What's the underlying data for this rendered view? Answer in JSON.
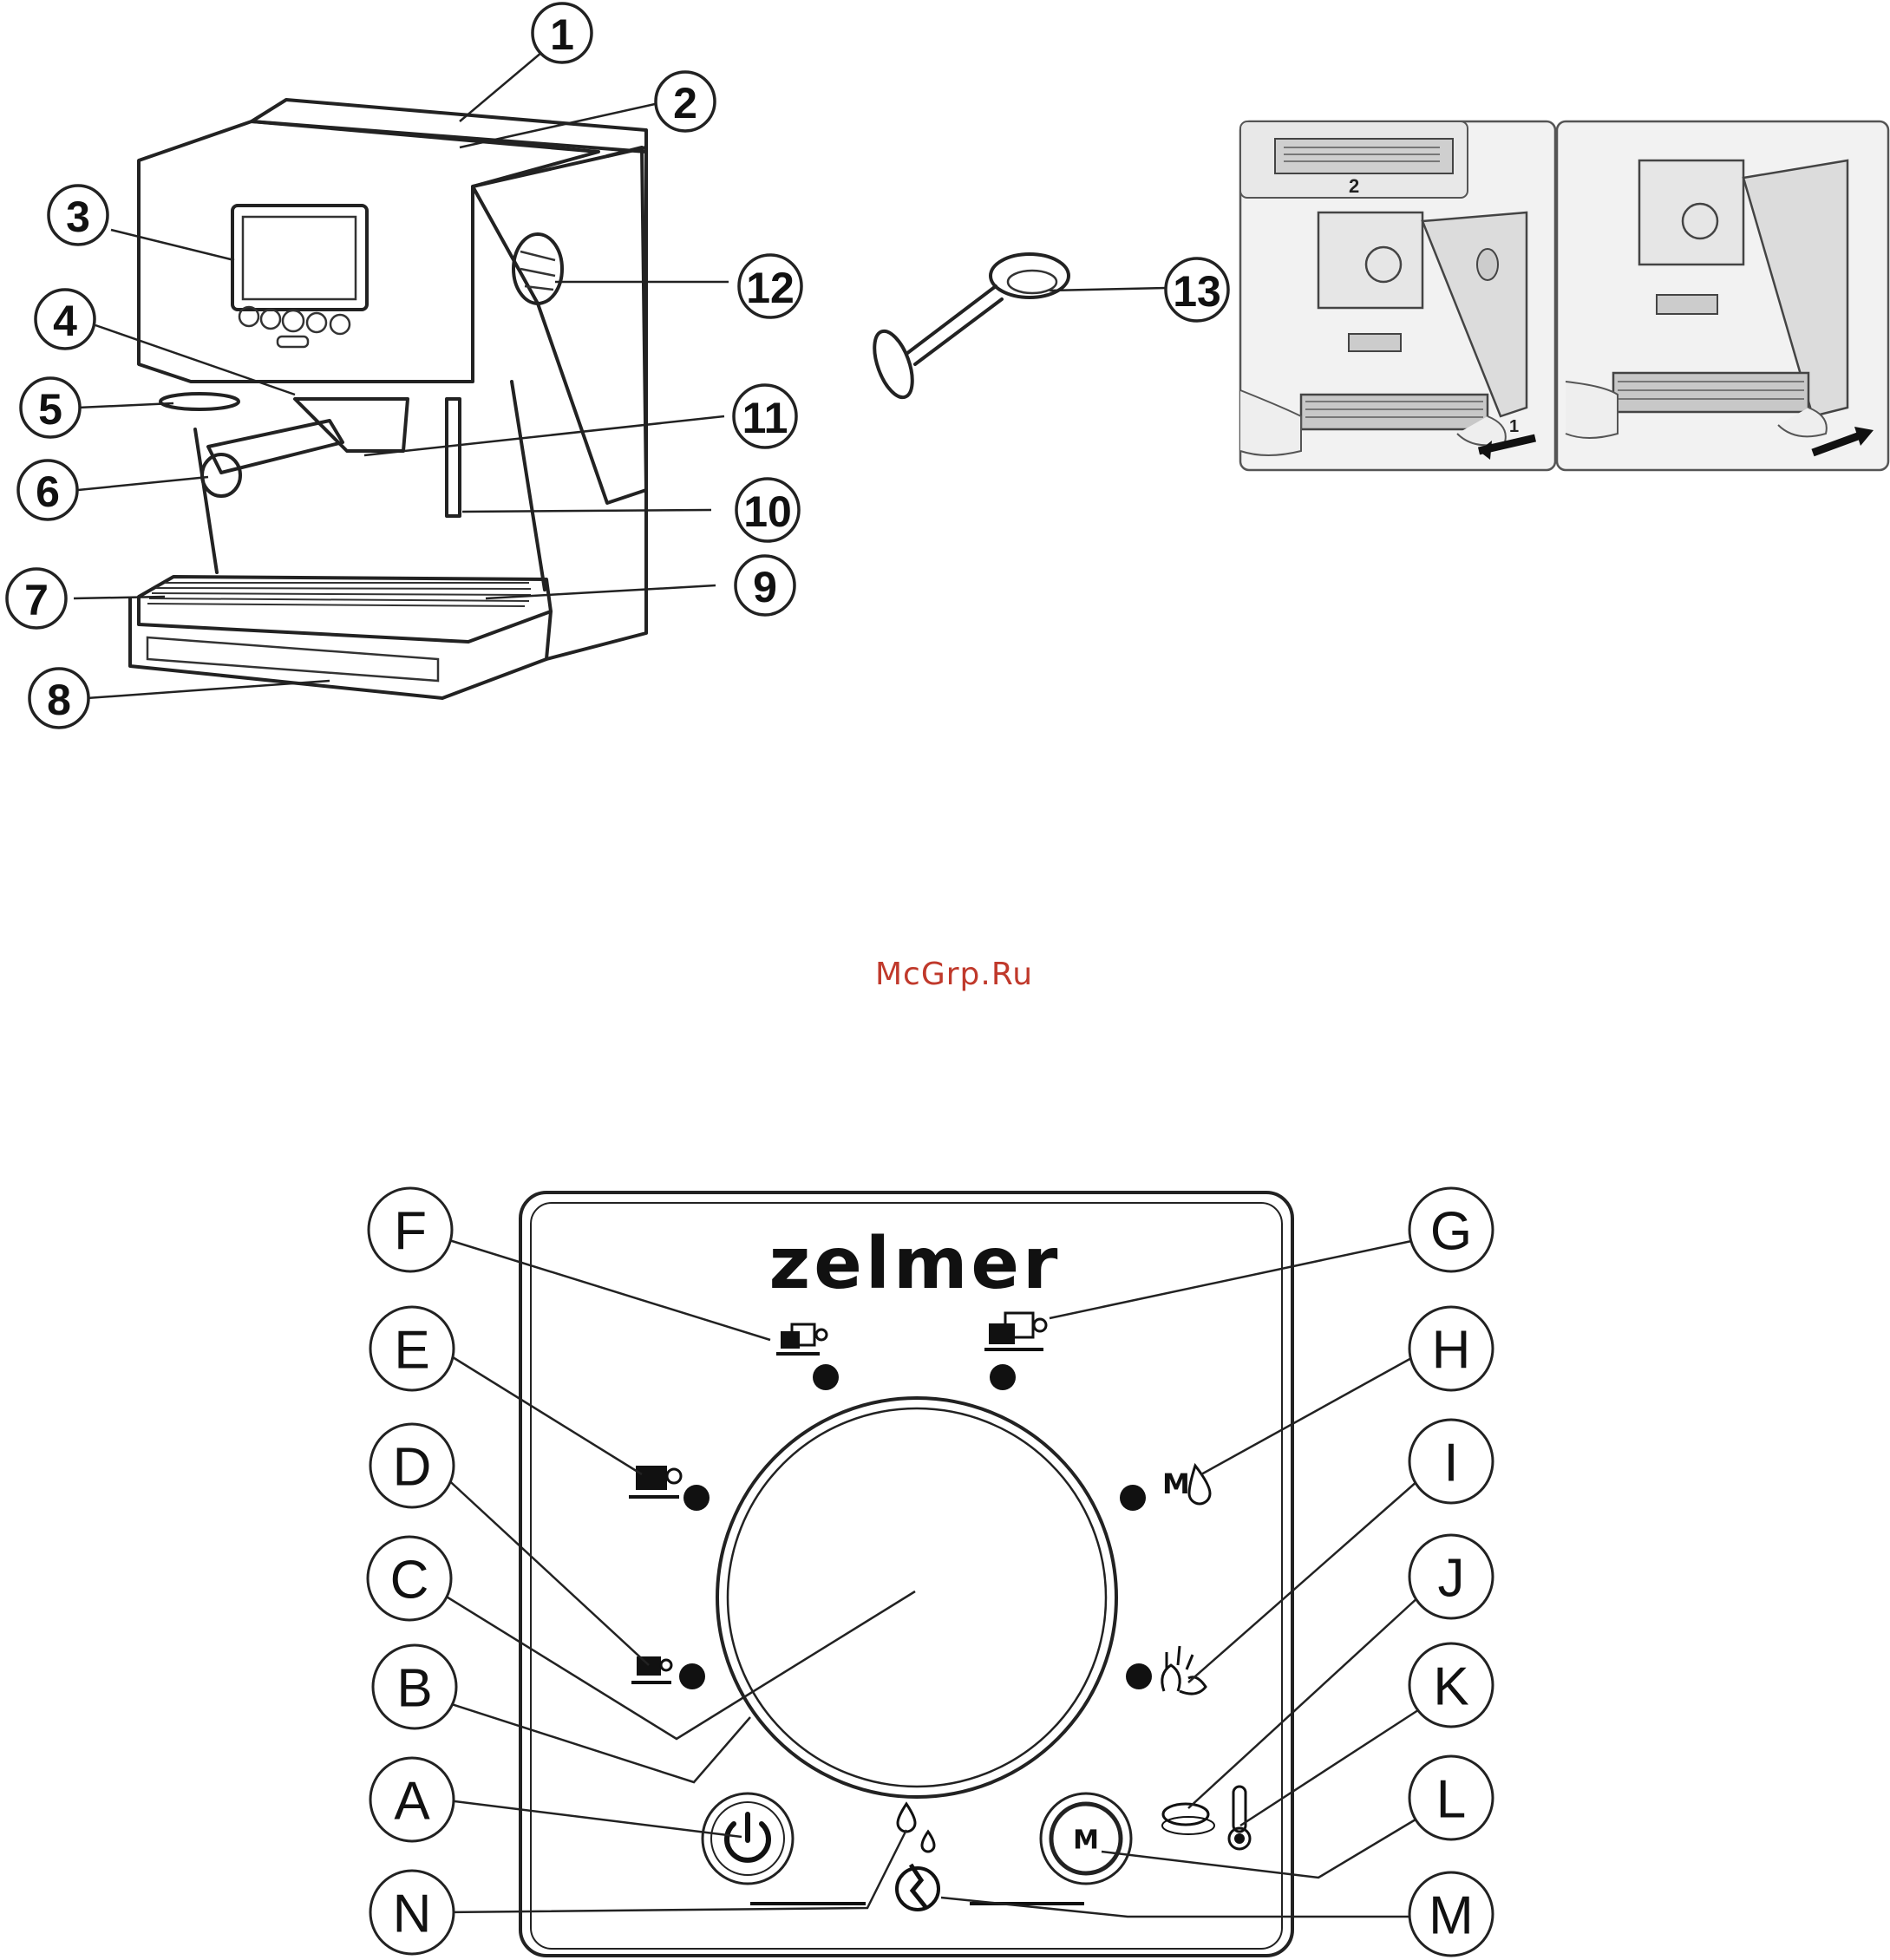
{
  "figure1": {
    "callouts": [
      "1",
      "2",
      "3",
      "4",
      "5",
      "6",
      "7",
      "8",
      "9",
      "10",
      "11",
      "12",
      "13"
    ]
  },
  "panel": {
    "brand": "zelmer",
    "letters": [
      "A",
      "B",
      "C",
      "D",
      "E",
      "F",
      "G",
      "H",
      "I",
      "J",
      "K",
      "L",
      "M",
      "N"
    ],
    "m_label": "M",
    "mode_label": "M"
  },
  "illustration": {
    "step_labels": [
      "1",
      "2"
    ]
  },
  "watermark": "McGrp.Ru",
  "colors": {
    "ink": "#222222",
    "watermark": "#c0392b"
  },
  "icons": [
    "power-icon",
    "m-button-icon",
    "drop-icon",
    "steam-icon",
    "thermometer-icon",
    "cup-icon",
    "two-cups-icon",
    "descale-icon"
  ]
}
